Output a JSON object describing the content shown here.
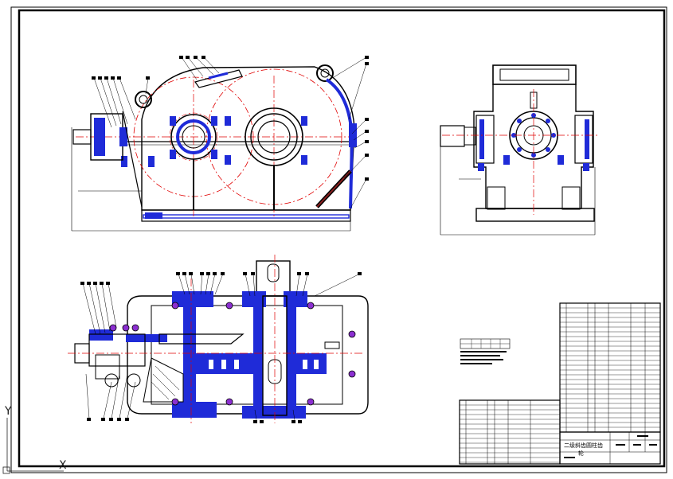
{
  "drawing": {
    "title_line1": "二级斜齿圆柱齿",
    "title_line2": "轮",
    "background": "#ffffff",
    "line_color": "#000000",
    "center_line_color": "#e00000",
    "part_color": "#1f2bd8",
    "bolt_color": "#8b2fd0"
  },
  "ucs": {
    "y_label": "Y",
    "x_label": "X"
  }
}
